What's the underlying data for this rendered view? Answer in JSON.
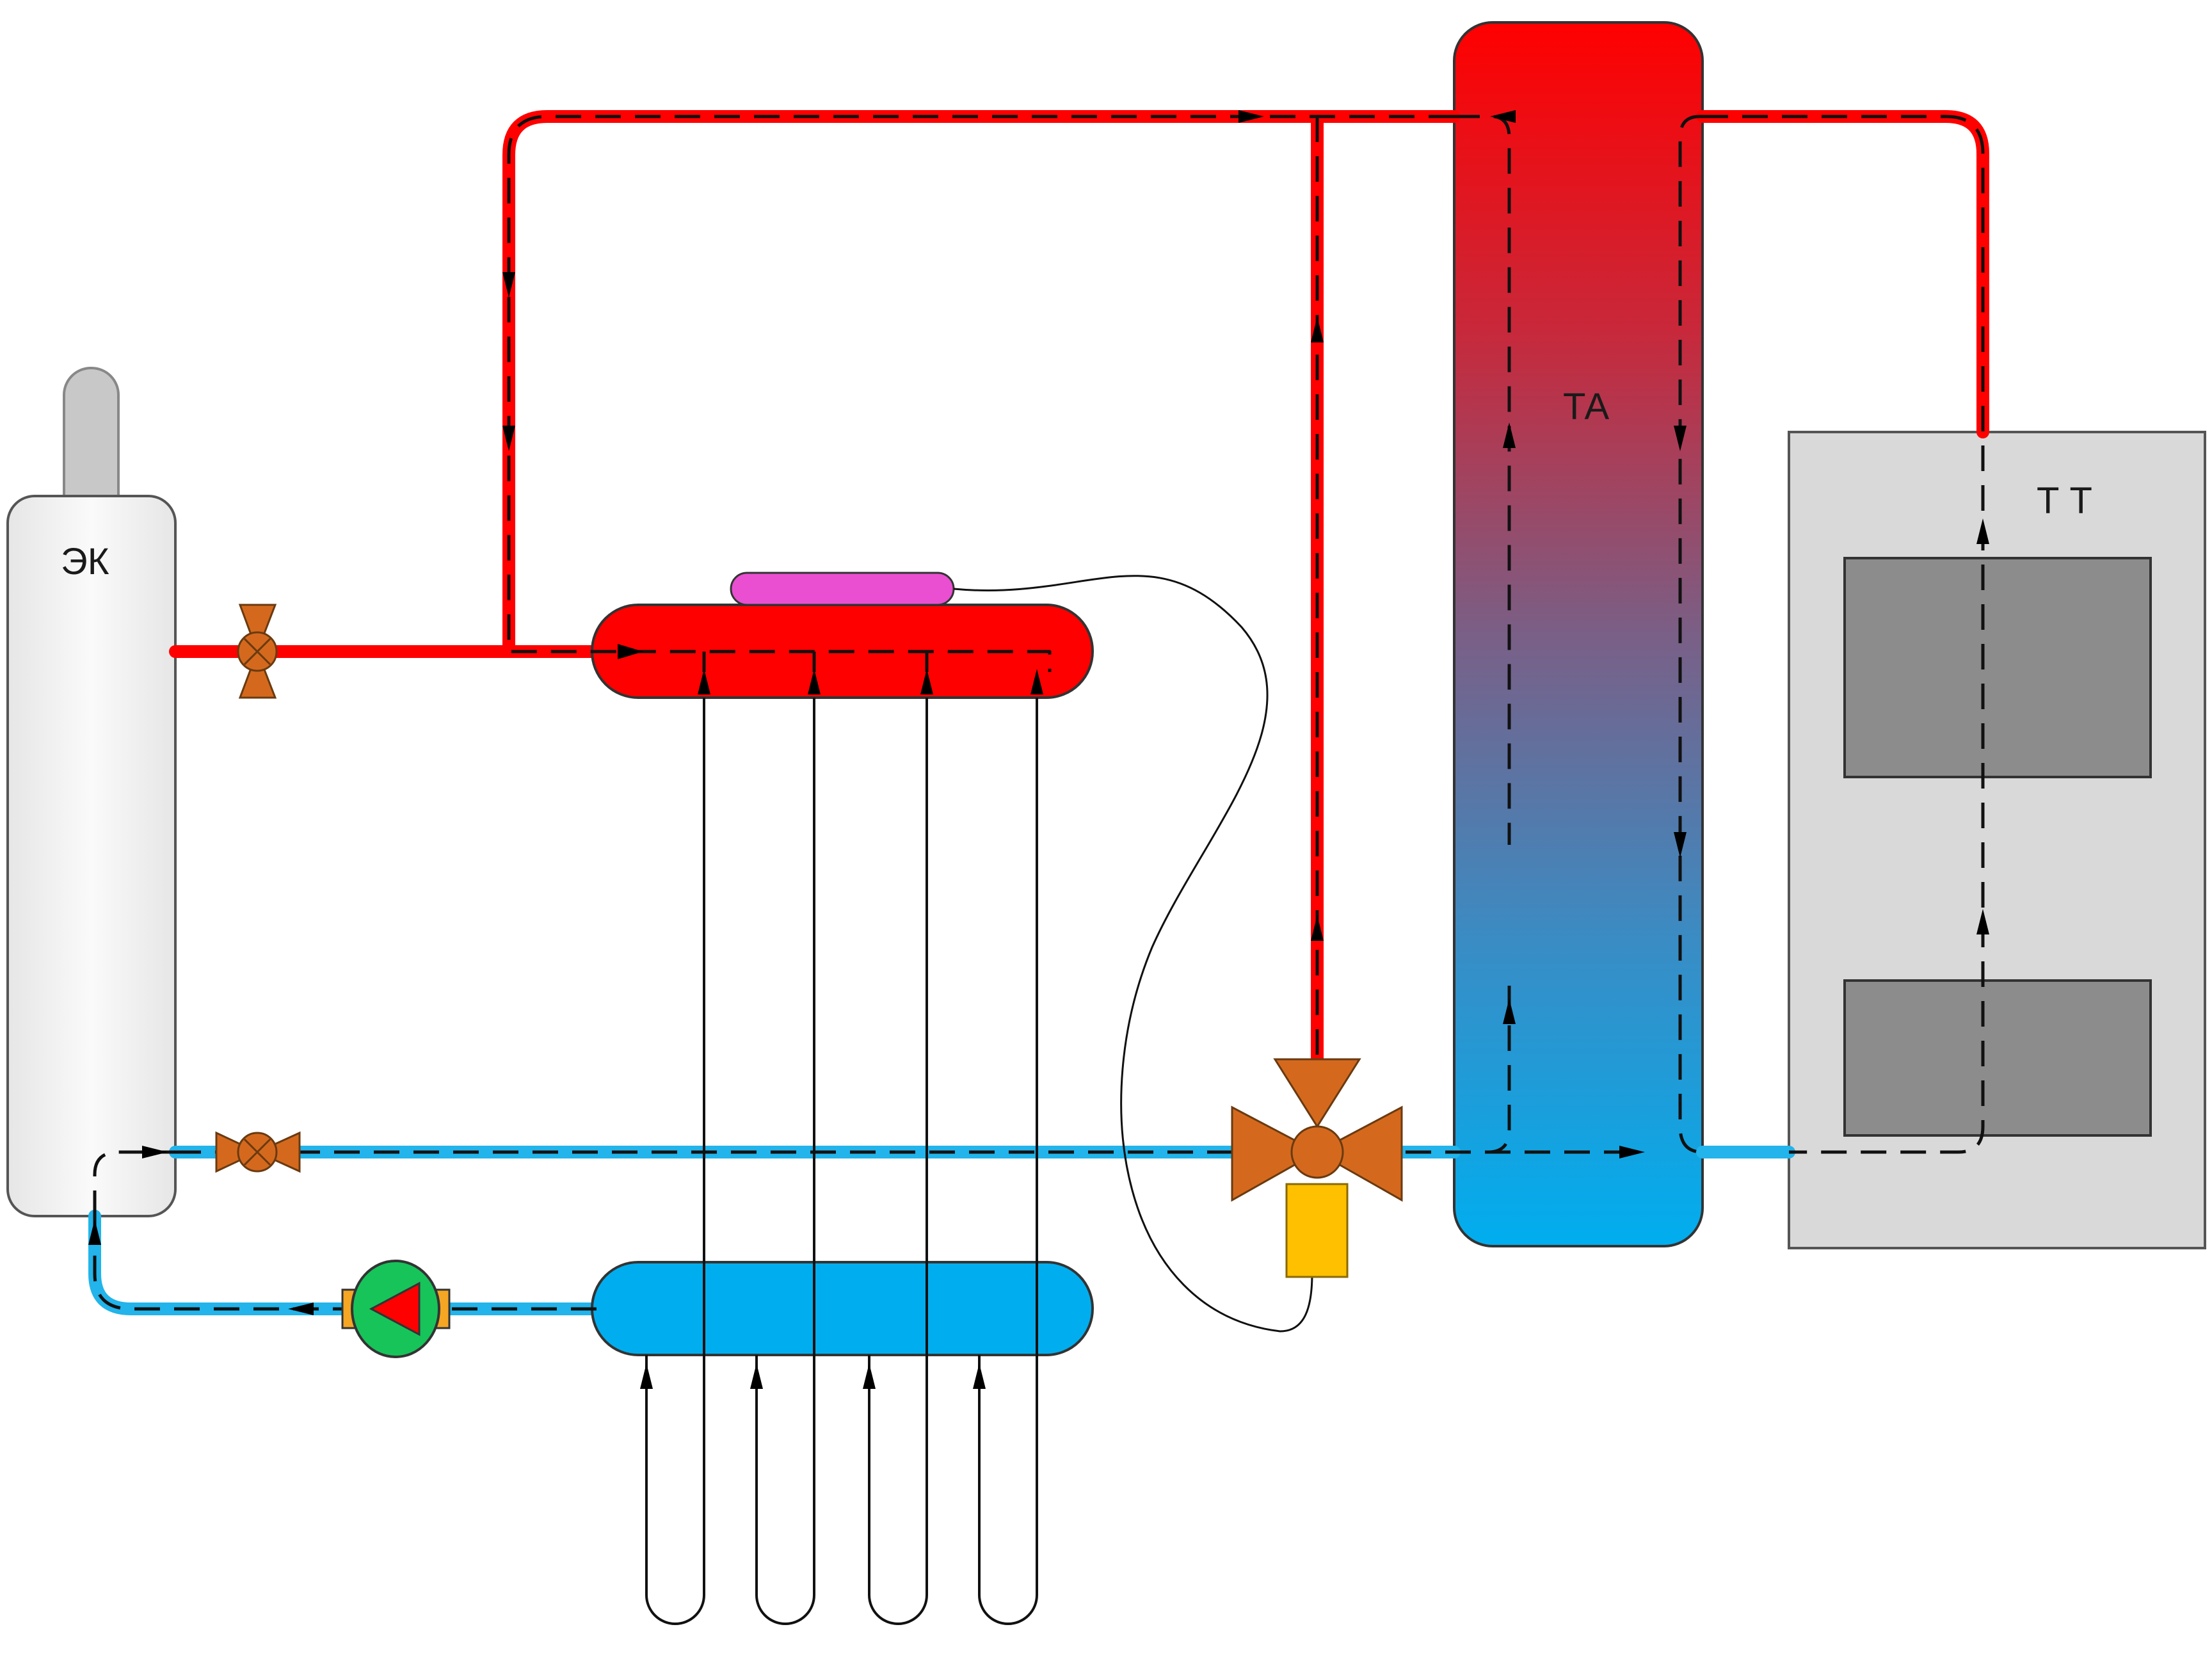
{
  "labels": {
    "boiler": "ЭК",
    "tank": "ТА",
    "solid_fuel_boiler": "Т Т"
  },
  "colors": {
    "hot": "#ff0000",
    "cold": "#22b4ea",
    "tank_top": "#ff0000",
    "tank_bottom": "#00aeef",
    "pump": "#17c45a",
    "servo": "#ffc000",
    "sensor": "#e94fd0",
    "valve": "#d4691e"
  }
}
